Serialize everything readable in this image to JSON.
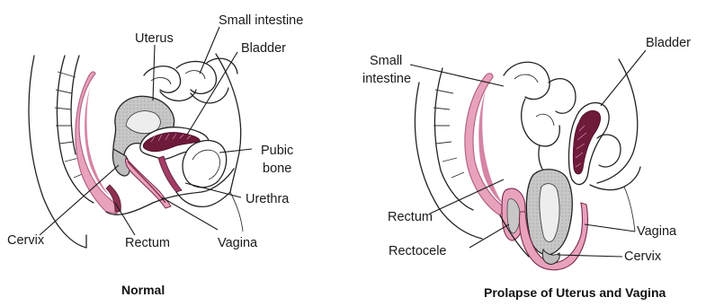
{
  "colors": {
    "rectum_pink": "#e8a2bd",
    "rectum_pink_dark": "#c97497",
    "uterus_gray": "#c7c7c7",
    "bladder_lining": "#6e1a3b",
    "outline": "#222222",
    "background": "#ffffff"
  },
  "normal": {
    "caption": "Normal",
    "labels": {
      "small_intestine": "Small intestine",
      "uterus": "Uterus",
      "bladder": "Bladder",
      "pubic_bone_line1": "Pubic",
      "pubic_bone_line2": "bone",
      "urethra": "Urethra",
      "vagina": "Vagina",
      "rectum": "Rectum",
      "cervix": "Cervix"
    }
  },
  "prolapse": {
    "caption": "Prolapse of Uterus and Vagina",
    "labels": {
      "small_intestine_line1": "Small",
      "small_intestine_line2": "intestine",
      "bladder": "Bladder",
      "rectum": "Rectum",
      "rectocele": "Rectocele",
      "vagina": "Vagina",
      "cervix": "Cervix"
    }
  }
}
